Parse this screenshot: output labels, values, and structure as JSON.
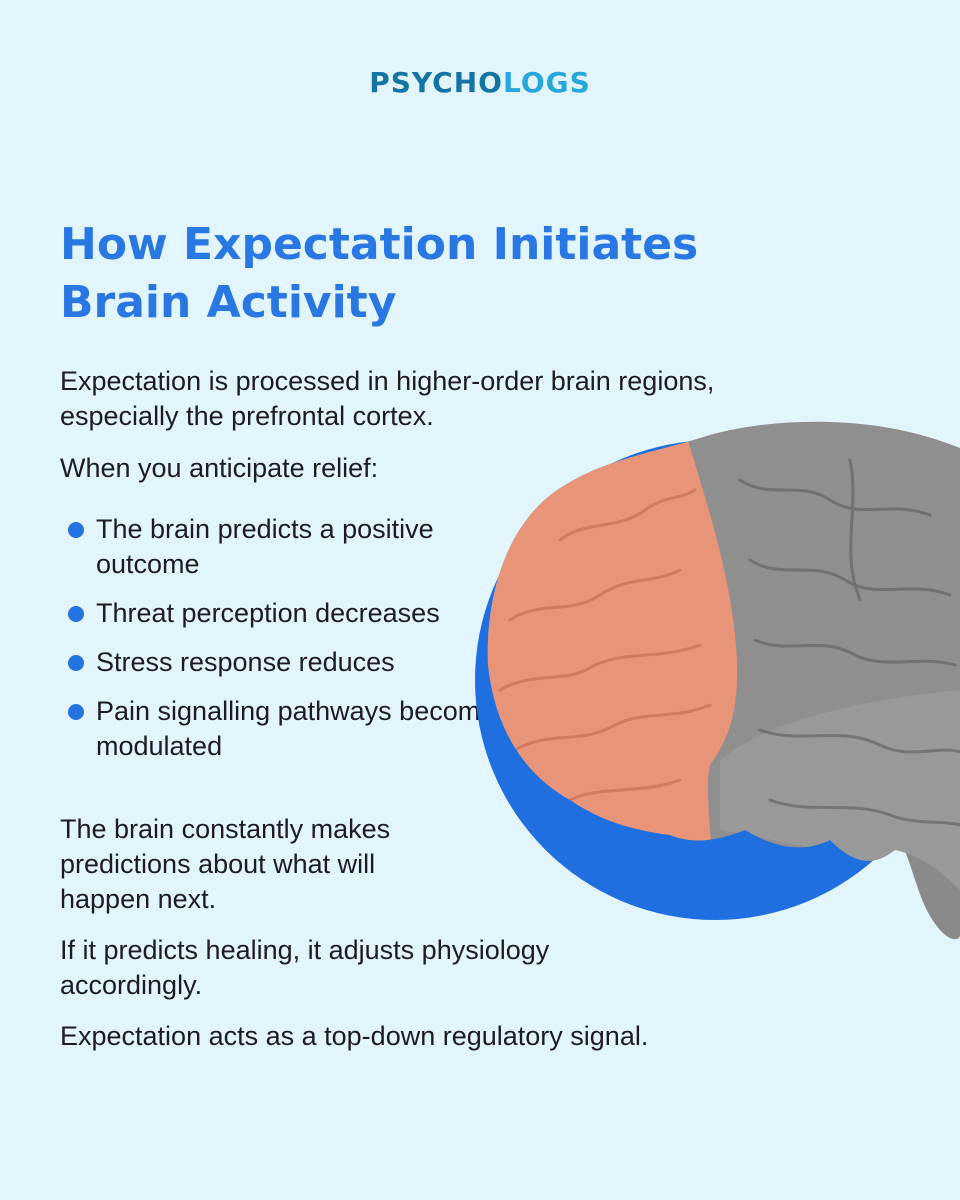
{
  "brand": {
    "logo_part_a": "PSYCHO",
    "logo_part_b": "LOGS"
  },
  "title_line1": "How Expectation Initiates",
  "title_line2": "Brain Activity",
  "intro": "Expectation is processed in higher-order brain regions, especially the prefrontal cortex.",
  "lead": "When you anticipate relief:",
  "bullets": [
    "The brain predicts a positive outcome",
    "Threat perception decreases",
    "Stress response reduces",
    "Pain signalling pathways become modulated"
  ],
  "paragraph_predictions": "The brain constantly makes predictions about what will happen next.",
  "paragraph_healing": "If it predicts healing, it adjusts physiology accordingly.",
  "paragraph_signal": "Expectation acts as a top-down regulatory signal.",
  "colors": {
    "background": "#e3f5fc",
    "accent_blue": "#2877e3",
    "circle_blue": "#1f6fe0",
    "prefrontal_highlight": "#e89478",
    "brain_gray": "#8f8f8f"
  },
  "icons": {
    "bullet": "bullet-dot-icon",
    "illustration": "brain-illustration"
  }
}
